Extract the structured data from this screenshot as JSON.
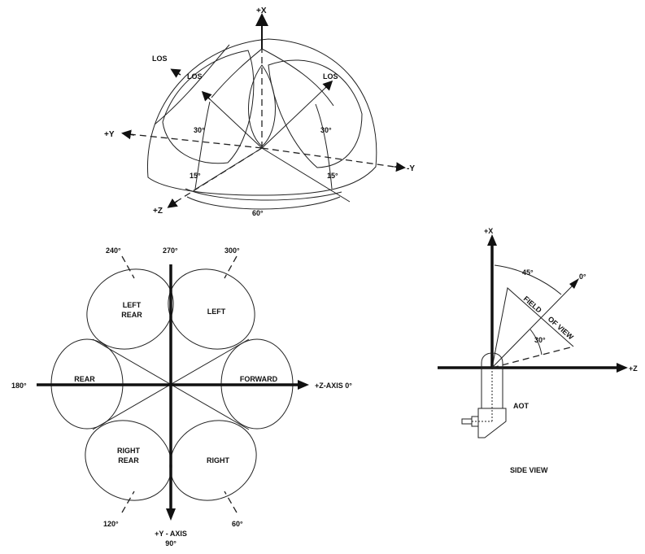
{
  "dome_view": {
    "axis_plus_x": "+X",
    "axis_plus_y": "+Y",
    "axis_minus_y": "-Y",
    "axis_plus_z": "+Z",
    "los_outer": "LOS",
    "los_left": "LOS",
    "los_right": "LOS",
    "angle_30_left": "30°",
    "angle_30_right": "30°",
    "angle_15_left": "15°",
    "angle_15_right": "15°",
    "angle_60": "60°"
  },
  "top_view": {
    "deg_240": "240°",
    "deg_270": "270°",
    "deg_300": "300°",
    "deg_180": "180°",
    "z_axis": "+Z-AXIS 0°",
    "deg_120": "120°",
    "deg_60": "60°",
    "y_axis_line1": "+Y - AXIS",
    "y_axis_line2": "90°",
    "lobes": {
      "left_rear_1": "LEFT",
      "left_rear_2": "REAR",
      "left": "LEFT",
      "rear": "REAR",
      "forward": "FORWARD",
      "right_rear_1": "RIGHT",
      "right_rear_2": "REAR",
      "right": "RIGHT"
    }
  },
  "side_view": {
    "axis_plus_x": "+X",
    "axis_plus_z": "+Z",
    "angle_45": "45°",
    "angle_0": "0°",
    "angle_30": "30°",
    "fov_1": "FIELD",
    "fov_2": "OF VIEW",
    "aot": "AOT",
    "caption": "SIDE VIEW"
  }
}
